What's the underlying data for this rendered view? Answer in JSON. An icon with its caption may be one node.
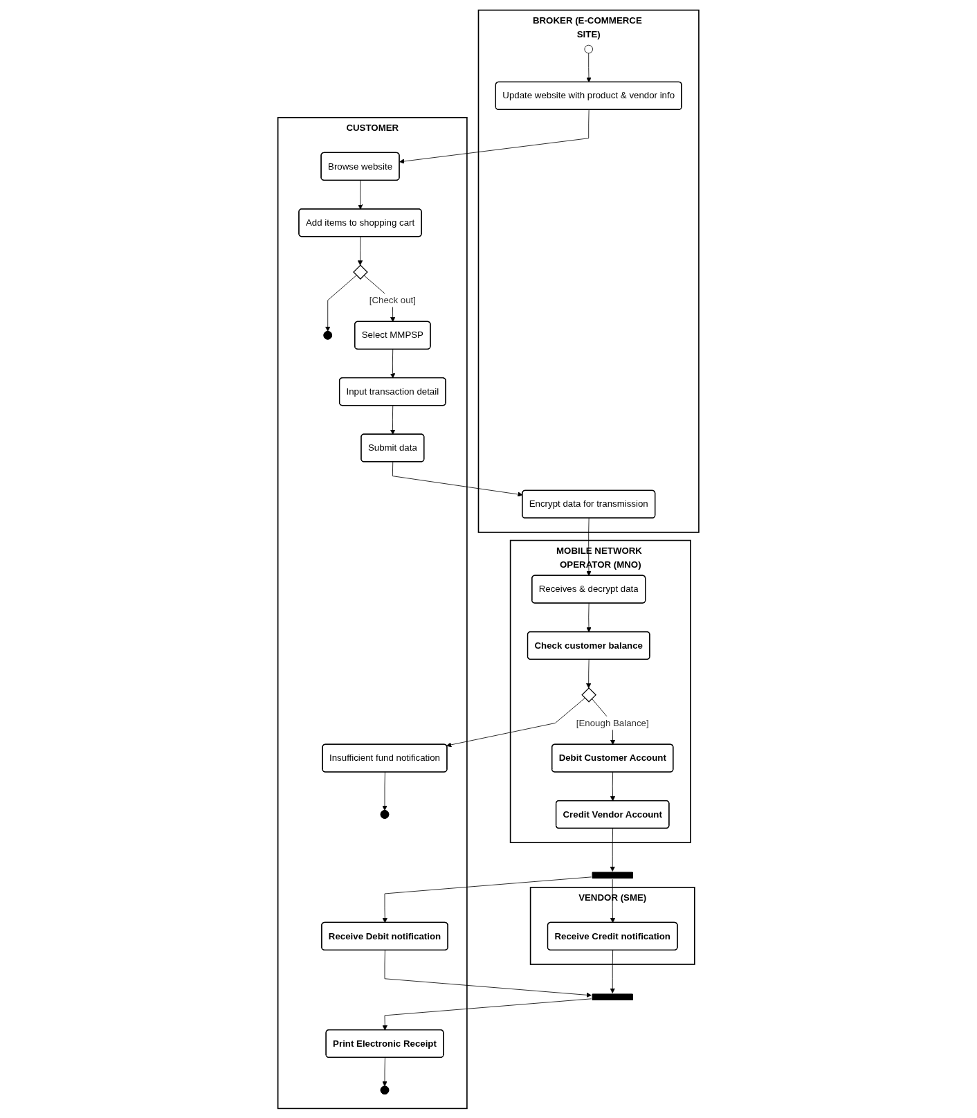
{
  "diagram": {
    "nodes": [
      {
        "text": [
          "VENDOR (SME)"
        ]
      },
      {
        "text": [
          "CUSTOMER"
        ]
      },
      {
        "text": [
          "BROKER (E-COMMERCE SITE)"
        ]
      },
      {
        "text": [
          "MOBILE NETWORK OPERATOR (MNO)"
        ]
      },
      {
        "text": [],
        "shape": "circle",
        "in": 2
      },
      {
        "text": [
          "Update website with product & vendor info"
        ],
        "in": 2
      },
      {
        "text": [
          "Browse website"
        ],
        "in": 1
      },
      {
        "text": [
          "Add items to shopping cart"
        ],
        "in": 1
      },
      {
        "text": [],
        "shape": "diamond",
        "in": 1
      },
      {
        "text": [],
        "shape": "circle",
        "in": 1
      },
      {
        "text": [
          "Select MMPSP"
        ],
        "in": 1
      },
      {
        "text": [
          "Input transaction detail"
        ],
        "in": 1
      },
      {
        "text": [
          "Submit data"
        ],
        "in": 1
      },
      {
        "text": [
          "Encrypt data for transmission"
        ],
        "in": 2
      },
      {
        "text": [
          "Receives & decrypt data"
        ],
        "in": 3
      },
      {
        "text": [
          "Check customer balance"
        ],
        "in": 3
      },
      {
        "text": [],
        "shape": "diamond",
        "in": 3
      },
      {
        "text": [
          "Insufficient fund notification"
        ],
        "in": 1
      },
      {
        "text": [],
        "shape": "circle",
        "in": 1
      },
      {
        "text": [
          "Debit Customer Account"
        ],
        "in": 3
      },
      {
        "text": [
          "Credit Vendor Account"
        ],
        "in": 3
      },
      {
        "text": [],
        "shape": "bar"
      },
      {
        "text": [
          "Receive Credit notification"
        ],
        "in": 0
      },
      {
        "text": [
          "Receive Debit notification"
        ],
        "in": 1
      },
      {
        "text": [],
        "shape": "bar"
      },
      {
        "text": [
          "Print Electronic Receipt"
        ],
        "in": 1
      },
      {
        "text": [],
        "shape": "circle",
        "in": 1
      }
    ],
    "edges": [
      {
        "from": 4,
        "to": 5,
        "arrow": "to"
      },
      {
        "from": 5,
        "to": 6,
        "arrow": "to"
      },
      {
        "from": 6,
        "to": 7,
        "arrow": "to"
      },
      {
        "from": 7,
        "to": 8,
        "arrow": "to"
      },
      {
        "from": 8,
        "to": 9,
        "arrow": "to"
      },
      {
        "from": 8,
        "to": 10,
        "label": "[Check out]",
        "arrow": "to"
      },
      {
        "from": 10,
        "to": 11,
        "arrow": "to"
      },
      {
        "from": 11,
        "to": 12,
        "arrow": "to"
      },
      {
        "from": 12,
        "to": 13,
        "arrow": "to"
      },
      {
        "from": 13,
        "to": 14,
        "arrow": "to"
      },
      {
        "from": 14,
        "to": 15,
        "arrow": "to"
      },
      {
        "from": 15,
        "to": 16,
        "arrow": "to"
      },
      {
        "from": 16,
        "to": 17,
        "arrow": "to"
      },
      {
        "from": 16,
        "to": 19,
        "label": "[Enough Balance]",
        "arrow": "to"
      },
      {
        "from": 17,
        "to": 18,
        "arrow": "to"
      },
      {
        "from": 19,
        "to": 20,
        "arrow": "to"
      },
      {
        "from": 20,
        "to": 21,
        "arrow": "to"
      },
      {
        "from": 21,
        "to": 22,
        "arrow": "to"
      },
      {
        "from": 21,
        "to": 23,
        "arrow": "to"
      },
      {
        "from": 22,
        "to": 24,
        "arrow": "to"
      },
      {
        "from": 23,
        "to": 24,
        "arrow": "to"
      },
      {
        "from": 24,
        "to": 25,
        "arrow": "to"
      },
      {
        "from": 25,
        "to": 26,
        "arrow": "to"
      }
    ]
  }
}
